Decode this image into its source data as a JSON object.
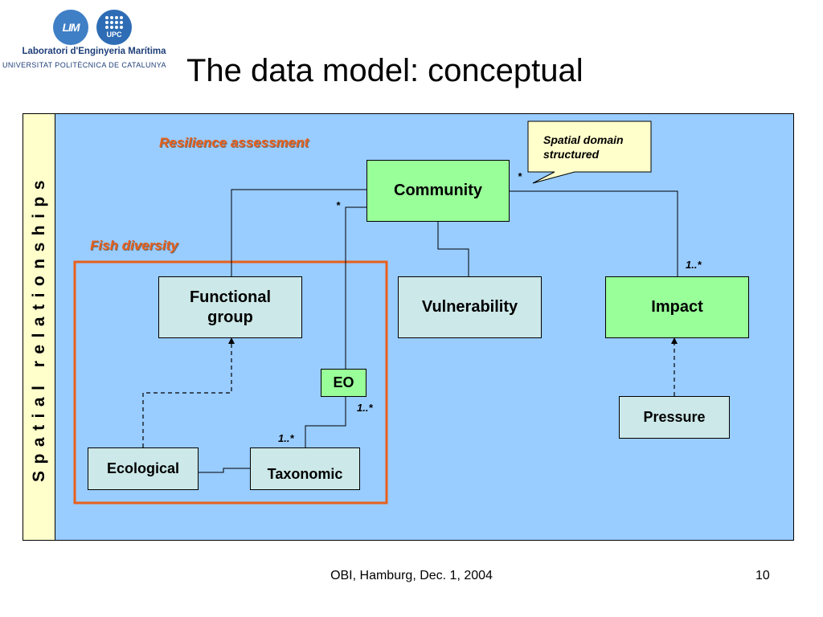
{
  "header": {
    "logo_lim": "LIM",
    "logo_upc": "UPC",
    "org_name": "Laboratori d'Enginyeria Marítima",
    "org_sub": "UNIVERSITAT POLITÈCNICA DE CATALUNYA",
    "title": "The data model: conceptual"
  },
  "diagram": {
    "side_label": "Spatial relationships",
    "groups": {
      "resilience": "Resilience assessment",
      "fish": "Fish diversity"
    },
    "callout": {
      "line1": "Spatial domain",
      "line2": "structured"
    },
    "entities": {
      "community": "Community",
      "functional_group_line1": "Functional",
      "functional_group_line2": "group",
      "vulnerability": "Vulnerability",
      "impact": "Impact",
      "eo": "EO",
      "pressure": "Pressure",
      "ecological": "Ecological",
      "taxonomic": "Taxonomic"
    },
    "multiplicities": {
      "community_right": "*",
      "community_left": "*",
      "impact": "1..*",
      "eo": "1..*",
      "taxonomic": "1..*"
    },
    "colors": {
      "background": "#99ccff",
      "side_band": "#ffffcc",
      "entity_blue": "#cce8e8",
      "entity_green": "#99ff99",
      "group_border": "#e8601c",
      "callout": "#ffffcc"
    }
  },
  "footer": {
    "event": "OBI, Hamburg, Dec. 1, 2004",
    "page": "10"
  }
}
